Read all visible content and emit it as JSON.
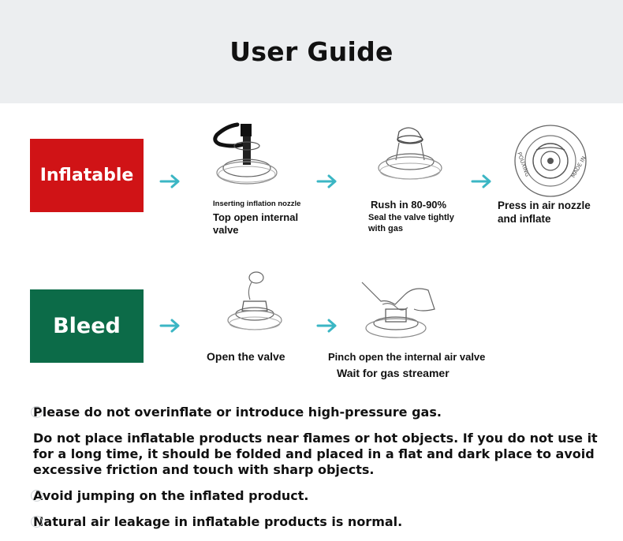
{
  "title": "User Guide",
  "colors": {
    "inflatable": "#d01316",
    "bleed": "#0c6b48",
    "arrow": "#3bb6c4",
    "header_bg": "#eceef0"
  },
  "inflatable": {
    "label": "Inflatable",
    "steps": [
      {
        "icon": "inflation-nozzle-valve-sketch",
        "small_caption": "Inserting inflation nozzle",
        "caption": "Top open internal valve"
      },
      {
        "icon": "valve-open-sketch",
        "heading": "Rush in 80-90%",
        "caption": "Seal the valve tightly with gas"
      },
      {
        "icon": "valve-top-view-sketch",
        "heading": "Press in air nozzle and inflate",
        "valve_text_1": "MADE IN",
        "valve_text_2": "POUXING"
      }
    ]
  },
  "bleed": {
    "label": "Bleed",
    "steps": [
      {
        "icon": "valve-cap-open-sketch",
        "caption": "Open the valve"
      },
      {
        "icon": "hand-pinch-valve-sketch",
        "caption_1": "Pinch open the internal air valve",
        "caption_2": "Wait for gas streamer"
      }
    ]
  },
  "notes": [
    "Please do not overinflate or introduce high-pressure gas.",
    "Do not place inflatable products near flames or hot objects. If you do not use it for a long time, it should be folded and placed in a flat and dark place to avoid excessive friction and touch with sharp objects.",
    "Avoid jumping on the inflated product.",
    "Natural air leakage in inflatable products is normal."
  ]
}
